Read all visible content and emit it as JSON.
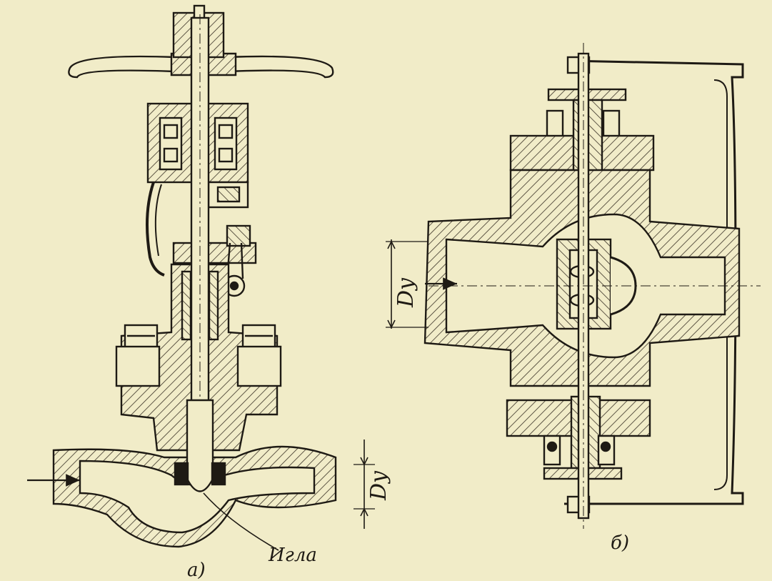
{
  "figure": {
    "panel_a": {
      "label": "а)",
      "needle_label": "Игла",
      "dim_label": "Dy"
    },
    "panel_b": {
      "label": "б)",
      "dim_label": "Dy"
    }
  },
  "colors": {
    "paper": "#f1ecc8",
    "ink": "#1e1a14",
    "hatch": "#3a3226"
  }
}
